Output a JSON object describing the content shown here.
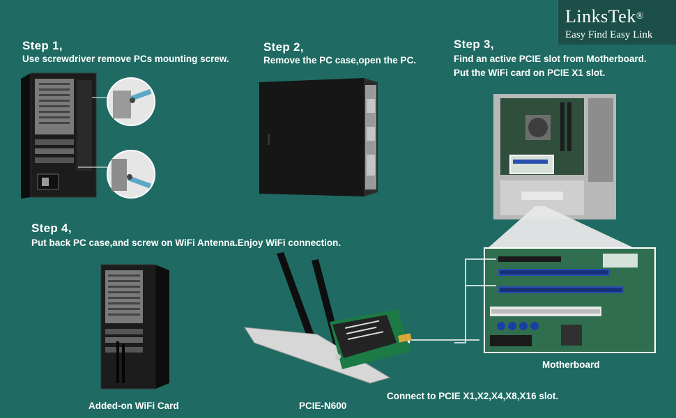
{
  "brand": {
    "name": "LinksTek",
    "registered_mark": "®",
    "slogan": "Easy Find Easy Link"
  },
  "step1": {
    "title": "Step 1,",
    "description": "Use screwdriver remove PCs mounting screw."
  },
  "step2": {
    "title": "Step 2,",
    "description": "Remove the PC case,open the PC."
  },
  "step3": {
    "title": "Step 3,",
    "description_line1": "Find an active PCIE slot from Motherboard.",
    "description_line2": "Put the WiFi card on PCIE X1 slot."
  },
  "step4": {
    "title": "Step 4,",
    "description": "Put back PC case,and screw on WiFi Antenna.Enjoy WiFi connection."
  },
  "captions": {
    "motherboard": "Motherboard",
    "added_card": "Added-on WiFi Card",
    "product": "PCIE-N600",
    "connect": "Connect to PCIE X1,X2,X4,X8,X16 slot."
  },
  "colors": {
    "background": "#1f6b63",
    "brand_box": "#1b4f47",
    "pc_case": "#1a1a1a",
    "motherboard_green": "#2f6e4e",
    "pcie_blue": "#2b4fb0",
    "pcie_white": "#e8e8e8"
  }
}
